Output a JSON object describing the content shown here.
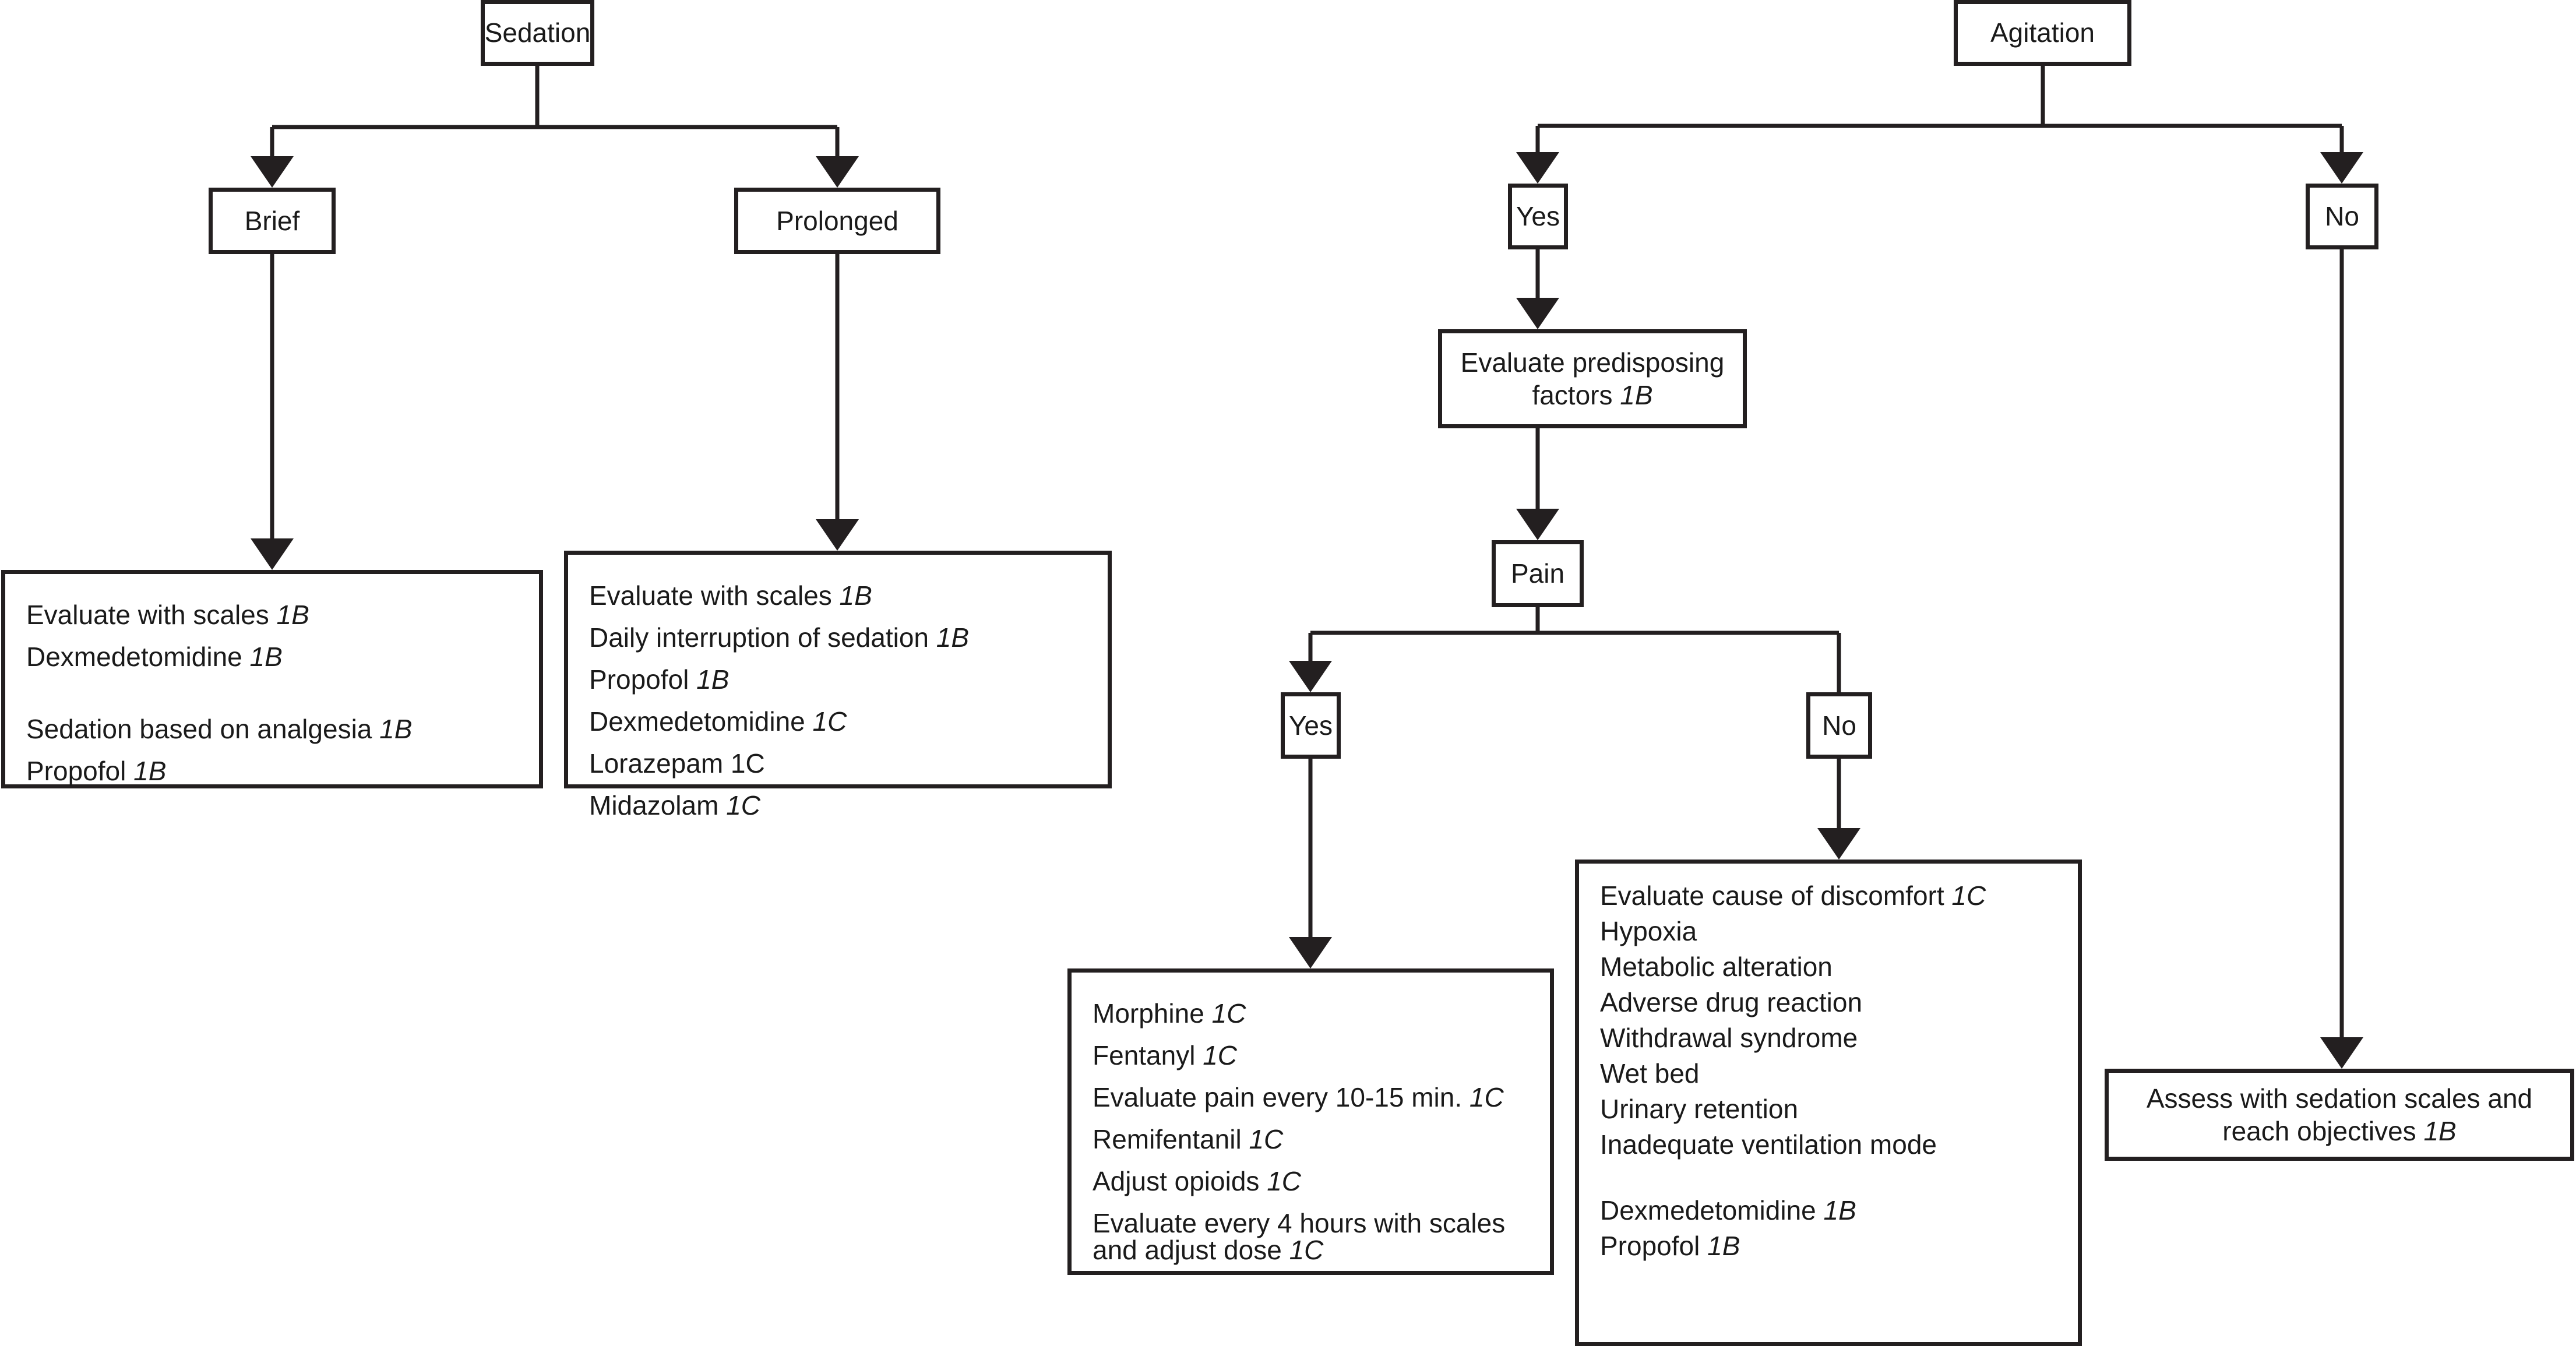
{
  "figure": {
    "title": "Sedation and agitation management algorithm",
    "line_color": "#231f20",
    "background": "#ffffff"
  },
  "left_branch": {
    "root": {
      "label": "Sedation"
    },
    "brief": {
      "label": "Brief"
    },
    "prolonged": {
      "label": "Prolonged"
    },
    "brief_actions": {
      "lines": [
        {
          "text": "Evaluate with scales",
          "grade": "1B",
          "grade_italic": true
        },
        {
          "text": "Dexmedetomidine",
          "grade": "1B",
          "grade_italic": true
        },
        {
          "text": "Sedation based on analgesia",
          "grade": "1B",
          "grade_italic": true,
          "gap_before": true
        },
        {
          "text": "Propofol ",
          "grade": "1B",
          "grade_italic": true
        }
      ]
    },
    "prolonged_actions": {
      "lines": [
        {
          "text": "Evaluate with scales",
          "grade": "1B",
          "grade_italic": true
        },
        {
          "text": "Daily interruption of sedation",
          "grade": "1B",
          "grade_italic": true
        },
        {
          "text": "Propofol ",
          "grade": "1B",
          "grade_italic": true
        },
        {
          "text": "Dexmedetomidine",
          "grade": "1C",
          "grade_italic": true
        },
        {
          "text": "Lorazepam",
          "grade": "1C",
          "grade_italic": false
        },
        {
          "text": "Midazolam",
          "grade": "1C",
          "grade_italic": true
        }
      ]
    }
  },
  "right_branch": {
    "root": {
      "label": "Agitation"
    },
    "yes": {
      "label": "Yes"
    },
    "no": {
      "label": "No"
    },
    "predisposing": {
      "line1": "Evaluate predisposing",
      "line2": "factors",
      "grade": "1B"
    },
    "pain": {
      "label": "Pain"
    },
    "pain_yes": {
      "label": "Yes"
    },
    "pain_no": {
      "label": "No"
    },
    "pain_yes_actions": {
      "lines": [
        {
          "text": "Morphine",
          "grade": "1C",
          "grade_italic": true
        },
        {
          "text": "Fentanyl",
          "grade": "1C",
          "grade_italic": true
        },
        {
          "text": "Evaluate pain every 10-15 min.",
          "grade": "1C",
          "grade_italic": true
        },
        {
          "text": "Remifentanil",
          "grade": "1C",
          "grade_italic": true
        },
        {
          "text": "Adjust opioids",
          "grade": "1C",
          "grade_italic": true
        },
        {
          "text": "Evaluate every 4 hours with scales and adjust dose",
          "grade": "1C",
          "grade_italic": true,
          "wrapped": true
        }
      ]
    },
    "pain_no_actions": {
      "lines": [
        {
          "text": "Evaluate cause of discomfort",
          "grade": "1C",
          "grade_italic": true
        },
        {
          "text": "Hypoxia",
          "grade": "",
          "grade_italic": true
        },
        {
          "text": "Metabolic alteration",
          "grade": "",
          "grade_italic": true
        },
        {
          "text": "Adverse drug reaction",
          "grade": "",
          "grade_italic": true
        },
        {
          "text": "Withdrawal syndrome",
          "grade": "",
          "grade_italic": true
        },
        {
          "text": "Wet bed",
          "grade": "",
          "grade_italic": true
        },
        {
          "text": "Urinary retention",
          "grade": "",
          "grade_italic": true
        },
        {
          "text": "Inadequate ventilation mode",
          "grade": "",
          "grade_italic": true
        },
        {
          "text": "Dexmedetomidine ",
          "grade": "1B",
          "grade_italic": true,
          "gap_before": true
        },
        {
          "text": "Propofol",
          "grade": "1B",
          "grade_italic": true
        }
      ]
    },
    "no_outcome": {
      "line1": "Assess with sedation scales and",
      "line2": "reach objectives",
      "grade": "1B"
    }
  }
}
